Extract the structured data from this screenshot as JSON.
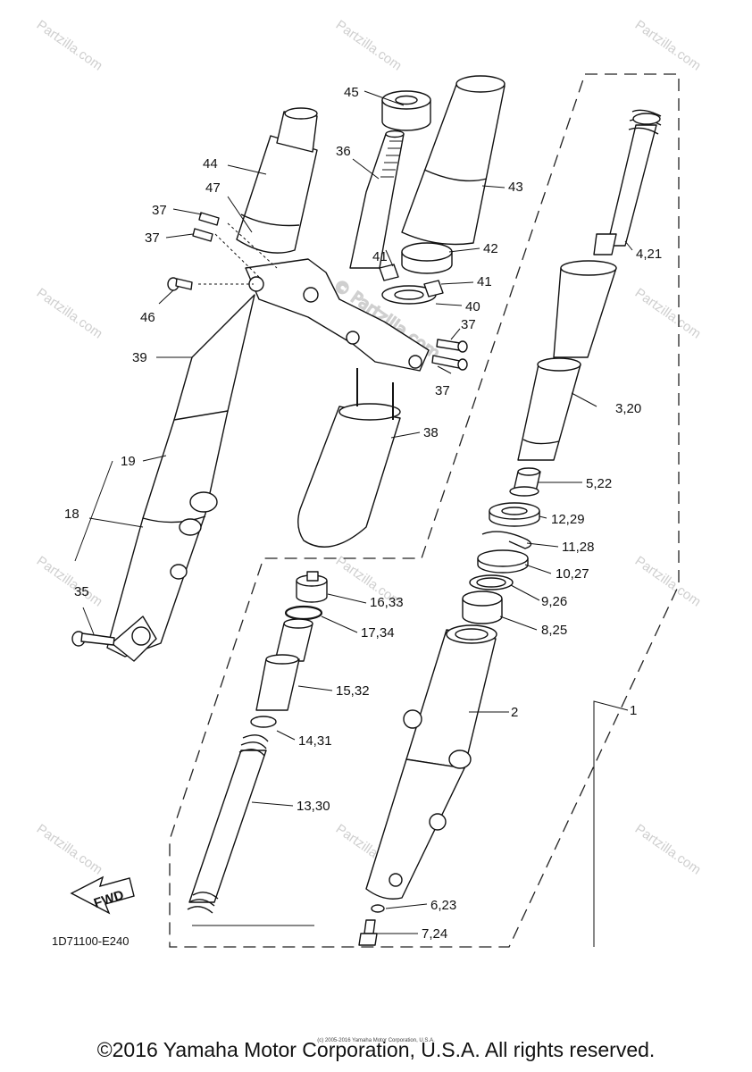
{
  "watermark": {
    "text": "Partzilla.com",
    "center_text": "© Partzilla.com"
  },
  "diagram_code": "1D71100-E240",
  "fwd_label": "FWD",
  "copyright": "©2016 Yamaha Motor Corporation, U.S.A. All rights reserved.",
  "tiny_credit": "(c) 2005-2016 Yamaha Motor Corporation, U.S.A.",
  "labels": {
    "l1": "1",
    "l2": "2",
    "l3_20": "3,20",
    "l4_21": "4,21",
    "l5_22": "5,22",
    "l6_23": "6,23",
    "l7_24": "7,24",
    "l8_25": "8,25",
    "l9_26": "9,26",
    "l10_27": "10,27",
    "l11_28": "11,28",
    "l12_29": "12,29",
    "l13_30": "13,30",
    "l14_31": "14,31",
    "l15_32": "15,32",
    "l16_33": "16,33",
    "l17_34": "17,34",
    "l18": "18",
    "l19": "19",
    "l35": "35",
    "l36": "36",
    "l37": "37",
    "l38": "38",
    "l39": "39",
    "l40": "40",
    "l41": "41",
    "l42": "42",
    "l43": "43",
    "l44": "44",
    "l45": "45",
    "l46": "46",
    "l47": "47"
  }
}
